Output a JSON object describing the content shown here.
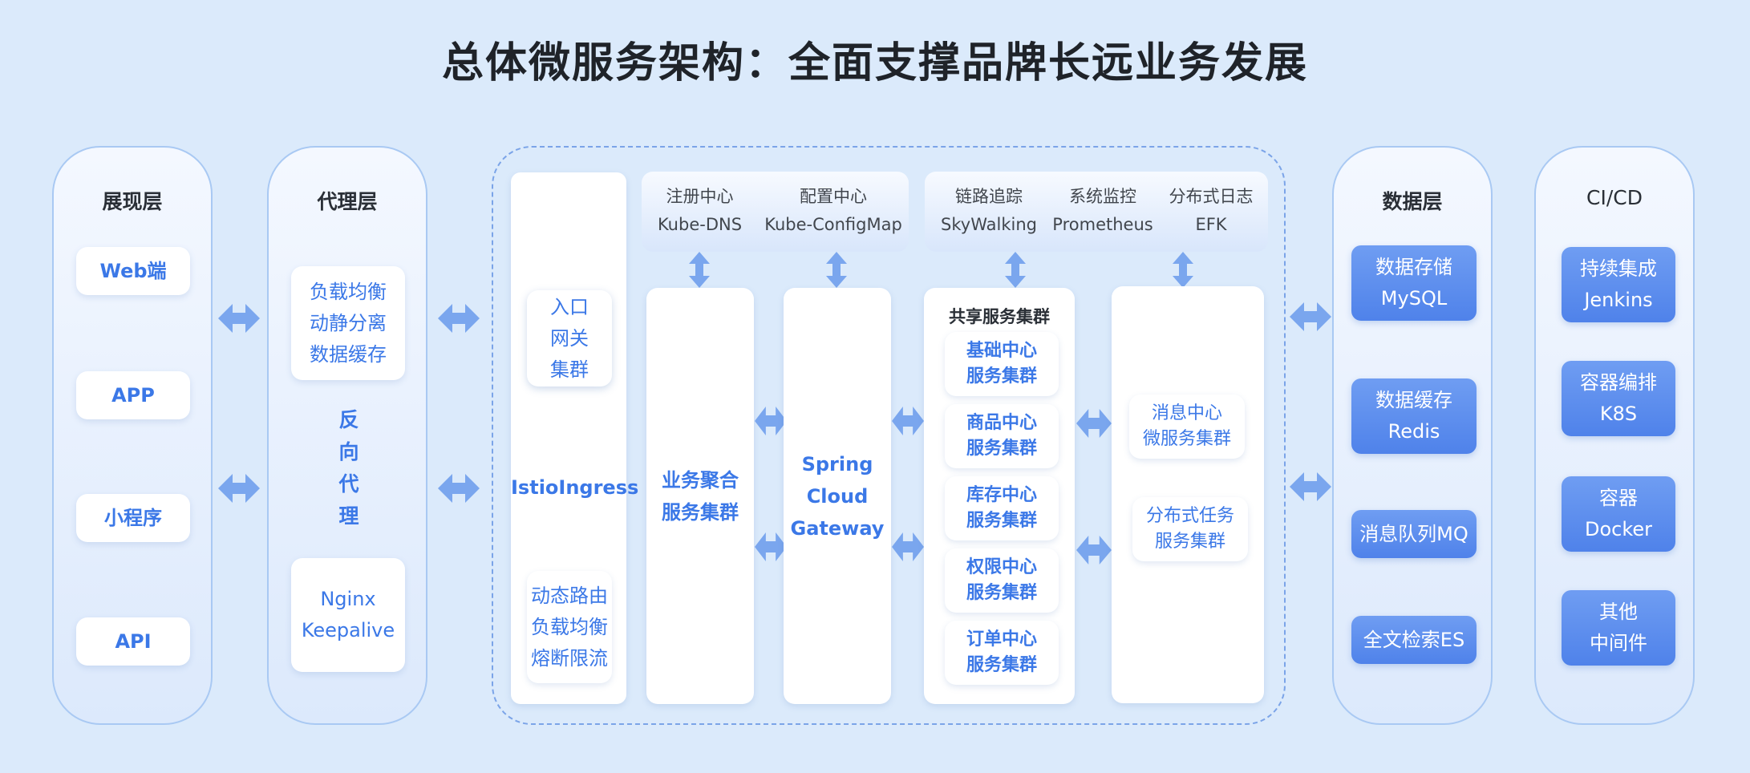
{
  "title": "总体微服务架构：全面支撑品牌长远业务发展",
  "presentation": {
    "title": "展现层",
    "items": [
      "Web端",
      "APP",
      "小程序",
      "API"
    ]
  },
  "proxy": {
    "title": "代理层",
    "features": [
      "负载均衡",
      "动静分离",
      "数据缓存"
    ],
    "reverse_proxy": [
      "反",
      "向",
      "代",
      "理"
    ],
    "nginx": [
      "Nginx",
      "Keepalive"
    ]
  },
  "istio": {
    "entry": [
      "入口",
      "网关",
      "集群"
    ],
    "name": "IstioIngress",
    "features": [
      "动态路由",
      "负载均衡",
      "熔断限流"
    ]
  },
  "registry": {
    "items": [
      {
        "label": "注册中心",
        "value": "Kube-DNS"
      },
      {
        "label": "配置中心",
        "value": "Kube-ConfigMap"
      }
    ]
  },
  "monitoring": {
    "items": [
      {
        "label": "链路追踪",
        "value": "SkyWalking"
      },
      {
        "label": "系统监控",
        "value": "Prometheus"
      },
      {
        "label": "分布式日志",
        "value": "EFK"
      }
    ]
  },
  "aggregation": [
    "业务聚合",
    "服务集群"
  ],
  "gateway": [
    "Spring",
    "Cloud",
    "Gateway"
  ],
  "shared": {
    "title": "共享服务集群",
    "items": [
      [
        "基础中心",
        "服务集群"
      ],
      [
        "商品中心",
        "服务集群"
      ],
      [
        "库存中心",
        "服务集群"
      ],
      [
        "权限中心",
        "服务集群"
      ],
      [
        "订单中心",
        "服务集群"
      ]
    ]
  },
  "messaging": {
    "items": [
      [
        "消息中心",
        "微服务集群"
      ],
      [
        "分布式任务",
        "服务集群"
      ]
    ]
  },
  "data_layer": {
    "title": "数据层",
    "items": [
      [
        "数据存储",
        "MySQL"
      ],
      [
        "数据缓存",
        "Redis"
      ],
      [
        "消息队列MQ"
      ],
      [
        "全文检索ES"
      ]
    ]
  },
  "cicd": {
    "title": "CI/CD",
    "items": [
      [
        "持续集成",
        "Jenkins"
      ],
      [
        "容器编排",
        "K8S"
      ],
      [
        "容器",
        "Docker"
      ],
      [
        "其他",
        "中间件"
      ]
    ]
  },
  "colors": {
    "background": "#dbeafb",
    "accent": "#3b78e7",
    "arrow": "#7aa6ee",
    "blue_box": "#5a8cee"
  }
}
